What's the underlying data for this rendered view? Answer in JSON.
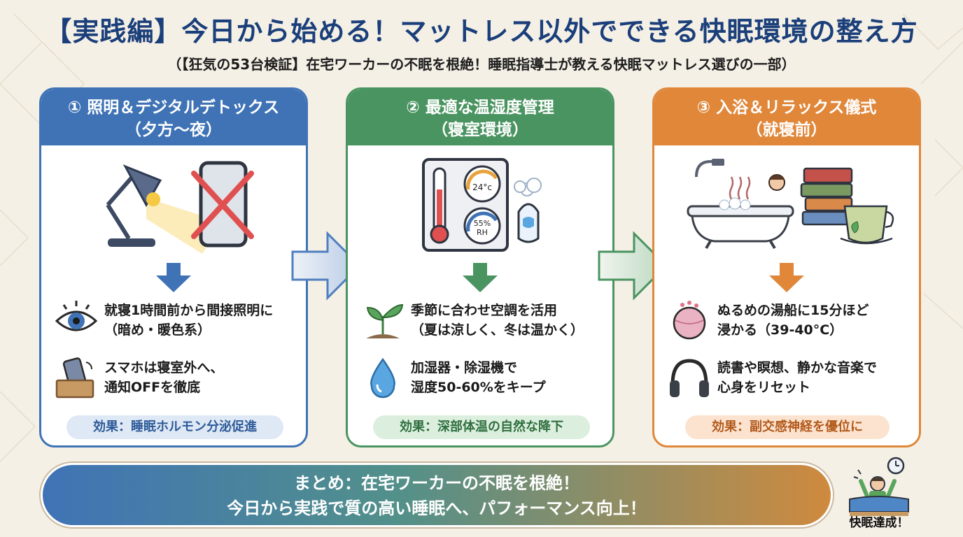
{
  "title": "【実践編】今日から始める！マットレス以外でできる快眠環境の整え方",
  "subtitle": "（【狂気の53台検証】在宅ワーカーの不眠を根絶！睡眠指導士が教える快眠マットレス選びの一部）",
  "colors": {
    "blue": "#3f73b6",
    "green": "#4a9461",
    "orange": "#e0873a",
    "title": "#1b3f7a"
  },
  "cards": [
    {
      "heading_line1": "① 照明＆デジタルデトックス",
      "heading_line2": "（夕方〜夜）",
      "items": [
        {
          "icon": "eye-icon",
          "line1": "就寝1時間前から間接照明に",
          "line2": "（暗め・暖色系）"
        },
        {
          "icon": "phone-box-icon",
          "line1": "スマホは寝室外へ、",
          "line2": "通知OFFを徹底"
        }
      ],
      "effect": "効果：睡眠ホルモン分泌促進"
    },
    {
      "heading_line1": "② 最適な温湿度管理",
      "heading_line2": "（寝室環境）",
      "items": [
        {
          "icon": "sprout-icon",
          "line1": "季節に合わせ空調を活用",
          "line2": "（夏は涼しく、冬は温かく）"
        },
        {
          "icon": "water-drop-icon",
          "line1": "加湿器・除湿機で",
          "line2": "湿度50-60%をキープ"
        }
      ],
      "effect": "効果：深部体温の自然な降下",
      "gauge_temp": "24°c",
      "gauge_hum_top": "55%",
      "gauge_hum_bottom": "RH"
    },
    {
      "heading_line1": "③ 入浴＆リラックス儀式",
      "heading_line2": "（就寝前）",
      "items": [
        {
          "icon": "bath-bomb-icon",
          "line1": "ぬるめの湯船に15分ほど",
          "line2": "浸かる（39-40°C）"
        },
        {
          "icon": "headphones-icon",
          "line1": "読書や瞑想、静かな音楽で",
          "line2": "心身をリセット"
        }
      ],
      "effect": "効果：副交感神経を優位に"
    }
  ],
  "summary": {
    "line1": "まとめ：在宅ワーカーの不眠を根絶！",
    "line2": "今日から実践で質の高い睡眠へ、パフォーマンス向上！"
  },
  "badge_label": "快眠達成！"
}
